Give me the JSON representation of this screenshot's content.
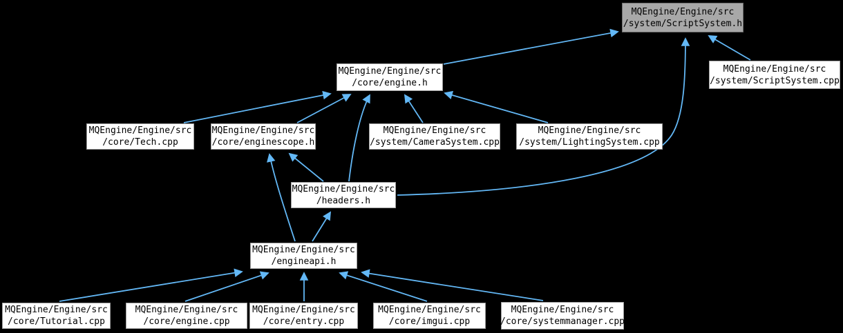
{
  "diagram": {
    "kind": "include-dependency-graph",
    "root_file": "MQEngine/Engine/src/system/ScriptSystem.h"
  },
  "colors": {
    "background": "#000000",
    "arrow": "#63b8f6",
    "node_fill": "#ffffff",
    "node_border": "#9e9e9e",
    "root_fill": "#a8a8a8",
    "root_border": "#6e6e6e",
    "text": "#000000"
  },
  "nodes": {
    "scriptsystem_h": {
      "line1": "MQEngine/Engine/src",
      "line2": "/system/ScriptSystem.h",
      "highlighted": true
    },
    "scriptsystem_cpp": {
      "line1": "MQEngine/Engine/src",
      "line2": "/system/ScriptSystem.cpp",
      "highlighted": false
    },
    "engine_h": {
      "line1": "MQEngine/Engine/src",
      "line2": "/core/engine.h",
      "highlighted": false
    },
    "tech_cpp": {
      "line1": "MQEngine/Engine/src",
      "line2": "/core/Tech.cpp",
      "highlighted": false
    },
    "enginescope_h": {
      "line1": "MQEngine/Engine/src",
      "line2": "/core/enginescope.h",
      "highlighted": false
    },
    "camerasystem_cpp": {
      "line1": "MQEngine/Engine/src",
      "line2": "/system/CameraSystem.cpp",
      "highlighted": false
    },
    "lightingsystem_cpp": {
      "line1": "MQEngine/Engine/src",
      "line2": "/system/LightingSystem.cpp",
      "highlighted": false
    },
    "headers_h": {
      "line1": "MQEngine/Engine/src",
      "line2": "/headers.h",
      "highlighted": false
    },
    "engineapi_h": {
      "line1": "MQEngine/Engine/src",
      "line2": "/engineapi.h",
      "highlighted": false
    },
    "tutorial_cpp": {
      "line1": "MQEngine/Engine/src",
      "line2": "/core/Tutorial.cpp",
      "highlighted": false
    },
    "engine_cpp": {
      "line1": "MQEngine/Engine/src",
      "line2": "/core/engine.cpp",
      "highlighted": false
    },
    "entry_cpp": {
      "line1": "MQEngine/Engine/src",
      "line2": "/core/entry.cpp",
      "highlighted": false
    },
    "imgui_cpp": {
      "line1": "MQEngine/Engine/src",
      "line2": "/core/imgui.cpp",
      "highlighted": false
    },
    "systemmanager_cpp": {
      "line1": "MQEngine/Engine/src",
      "line2": "/core/systemmanager.cpp",
      "highlighted": false
    }
  },
  "edges": [
    {
      "from": "tutorial_cpp",
      "to": "engineapi_h"
    },
    {
      "from": "engine_cpp",
      "to": "engineapi_h"
    },
    {
      "from": "entry_cpp",
      "to": "engineapi_h"
    },
    {
      "from": "imgui_cpp",
      "to": "engineapi_h"
    },
    {
      "from": "systemmanager_cpp",
      "to": "engineapi_h"
    },
    {
      "from": "engineapi_h",
      "to": "enginescope_h"
    },
    {
      "from": "engineapi_h",
      "to": "headers_h"
    },
    {
      "from": "headers_h",
      "to": "enginescope_h"
    },
    {
      "from": "headers_h",
      "to": "engine_h"
    },
    {
      "from": "headers_h",
      "to": "scriptsystem_h"
    },
    {
      "from": "enginescope_h",
      "to": "engine_h"
    },
    {
      "from": "tech_cpp",
      "to": "engine_h"
    },
    {
      "from": "camerasystem_cpp",
      "to": "engine_h"
    },
    {
      "from": "lightingsystem_cpp",
      "to": "engine_h"
    },
    {
      "from": "engine_h",
      "to": "scriptsystem_h"
    },
    {
      "from": "scriptsystem_cpp",
      "to": "scriptsystem_h"
    }
  ]
}
